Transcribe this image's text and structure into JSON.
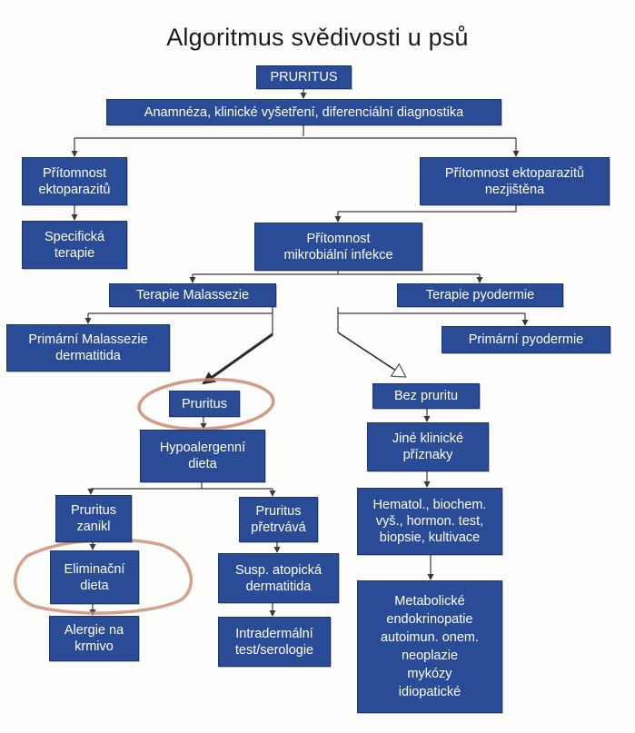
{
  "title": "Algoritmus svědivosti u psů",
  "nodes": {
    "pruritus_top": "PRURITUS",
    "anamneza": "Anamnéza, klinické vyšetření, diferenciální diagnostika",
    "ekto_pritomnost": "Přítomnost\nektoparazitů",
    "ekto_nezjistena": "Přítomnost ektoparazitů\nnezjištěna",
    "specificka_terapie": "Specifická\nterapie",
    "mikrobialni_infekce": "Přítomnost\nmikrobiální infekce",
    "terapie_malassezie": "Terapie Malassezie",
    "terapie_pyodermie": "Terapie pyodermie",
    "primarni_malassezie": "Primární Malassezie\ndermatitida",
    "primarni_pyodermie": "Primární pyodermie",
    "pruritus_mid": "Pruritus",
    "bez_pruritu": "Bez pruritu",
    "hypoalergenni_dieta": "Hypoalergenní\ndieta",
    "jine_priznaky": "Jiné klinické\npříznaky",
    "pruritus_zanikl": "Pruritus\nzanikl",
    "pruritus_pretrvava": "Pruritus\npřetrvává",
    "hematol": "Hematol., biochem.\nvyš., hormon. test,\nbiopsie, kultivace",
    "eliminacni_dieta": "Eliminační\ndieta",
    "atopicka_dermatitida": "Susp. atopická\ndermatitida",
    "alergie_krmivo": "Alergie na\nkrmivo",
    "intradermalni_test": "Intradermální\ntest/serologie",
    "metabolicke": "Metabolické\nendokrinopatie\nautoimun. onem.\nneoplazie\nmykózy\nidiopatické"
  },
  "colors": {
    "box_fill": "#2a4b96",
    "box_text": "#ffffff",
    "connector": "#3a3a3a",
    "highlight_circle": "#c98a73"
  }
}
